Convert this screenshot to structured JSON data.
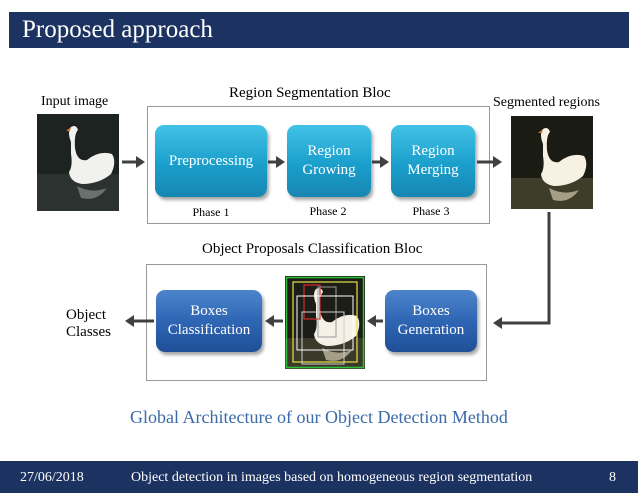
{
  "title": "Proposed approach",
  "labels": {
    "input_image": "Input image",
    "segmented_regions": "Segmented regions",
    "object_classes_line1": "Object",
    "object_classes_line2": "Classes"
  },
  "region_bloc": {
    "title": "Region Segmentation Bloc",
    "steps": [
      {
        "line1": "Preprocessing",
        "line2": "",
        "phase": "Phase 1"
      },
      {
        "line1": "Region",
        "line2": "Growing",
        "phase": "Phase 2"
      },
      {
        "line1": "Region",
        "line2": "Merging",
        "phase": "Phase 3"
      }
    ]
  },
  "proposal_bloc": {
    "title": "Object Proposals Classification Bloc",
    "steps": [
      {
        "line1": "Boxes",
        "line2": "Classification"
      },
      {
        "line1": "Boxes",
        "line2": "Generation"
      }
    ]
  },
  "caption": "Global Architecture of our Object Detection Method",
  "footer": {
    "date": "27/06/2018",
    "subtitle": "Object detection in images based on homogeneous region segmentation",
    "page": "8"
  },
  "colors": {
    "header_bg": "#1c3261",
    "phase_box": "#1a9fcc",
    "proposal_box": "#2f66b4",
    "caption": "#3a6aa8"
  }
}
